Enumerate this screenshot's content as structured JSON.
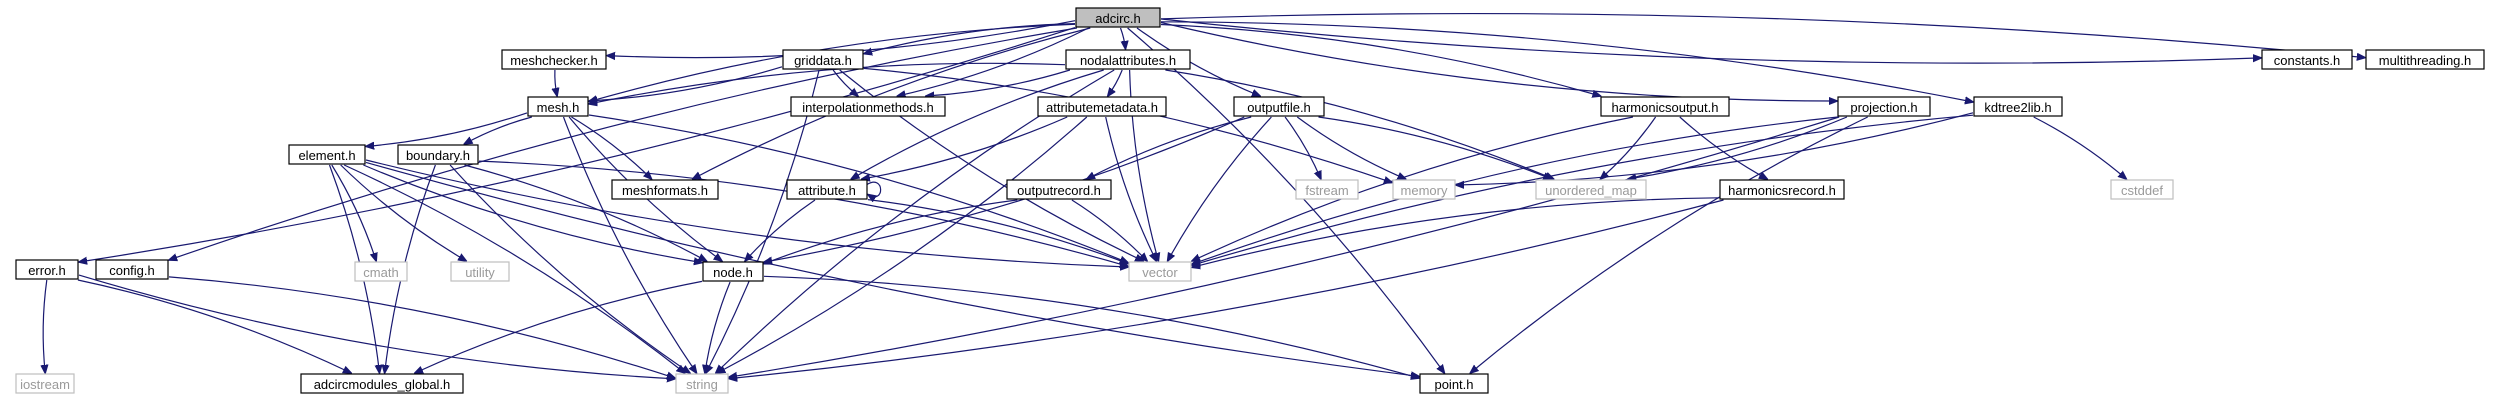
{
  "colors": {
    "edge": "#191970",
    "root_fill": "#bfbfbf",
    "ext_border": "#bfbfbf",
    "ext_text": "#9a9a9a"
  },
  "nodes": [
    {
      "id": "adcirc_h",
      "label": "adcirc.h",
      "kind": "root"
    },
    {
      "id": "meshchecker_h",
      "label": "meshchecker.h",
      "kind": "local"
    },
    {
      "id": "griddata_h",
      "label": "griddata.h",
      "kind": "local"
    },
    {
      "id": "nodalattributes_h",
      "label": "nodalattributes.h",
      "kind": "local"
    },
    {
      "id": "constants_h",
      "label": "constants.h",
      "kind": "local"
    },
    {
      "id": "multithreading_h",
      "label": "multithreading.h",
      "kind": "local"
    },
    {
      "id": "mesh_h",
      "label": "mesh.h",
      "kind": "local"
    },
    {
      "id": "interpolationmethods_h",
      "label": "interpolationmethods.h",
      "kind": "local"
    },
    {
      "id": "attributemetadata_h",
      "label": "attributemetadata.h",
      "kind": "local"
    },
    {
      "id": "outputfile_h",
      "label": "outputfile.h",
      "kind": "local"
    },
    {
      "id": "harmonicsoutput_h",
      "label": "harmonicsoutput.h",
      "kind": "local"
    },
    {
      "id": "projection_h",
      "label": "projection.h",
      "kind": "local"
    },
    {
      "id": "kdtree2lib_h",
      "label": "kdtree2lib.h",
      "kind": "local"
    },
    {
      "id": "element_h",
      "label": "element.h",
      "kind": "local"
    },
    {
      "id": "boundary_h",
      "label": "boundary.h",
      "kind": "local"
    },
    {
      "id": "meshformats_h",
      "label": "meshformats.h",
      "kind": "local"
    },
    {
      "id": "attribute_h",
      "label": "attribute.h",
      "kind": "local"
    },
    {
      "id": "outputrecord_h",
      "label": "outputrecord.h",
      "kind": "local"
    },
    {
      "id": "fstream",
      "label": "fstream",
      "kind": "external"
    },
    {
      "id": "memory",
      "label": "memory",
      "kind": "external"
    },
    {
      "id": "unordered_map",
      "label": "unordered_map",
      "kind": "external"
    },
    {
      "id": "harmonicsrecord_h",
      "label": "harmonicsrecord.h",
      "kind": "local"
    },
    {
      "id": "cstddef",
      "label": "cstddef",
      "kind": "external"
    },
    {
      "id": "error_h",
      "label": "error.h",
      "kind": "local"
    },
    {
      "id": "config_h",
      "label": "config.h",
      "kind": "local"
    },
    {
      "id": "cmath",
      "label": "cmath",
      "kind": "external"
    },
    {
      "id": "utility",
      "label": "utility",
      "kind": "external"
    },
    {
      "id": "node_h",
      "label": "node.h",
      "kind": "local"
    },
    {
      "id": "vector",
      "label": "vector",
      "kind": "external"
    },
    {
      "id": "iostream",
      "label": "iostream",
      "kind": "external"
    },
    {
      "id": "adcircmodules_global_h",
      "label": "adcircmodules_global.h",
      "kind": "local"
    },
    {
      "id": "string",
      "label": "string",
      "kind": "external"
    },
    {
      "id": "point_h",
      "label": "point.h",
      "kind": "local"
    }
  ],
  "edges": [
    [
      "adcirc_h",
      "meshchecker_h"
    ],
    [
      "adcirc_h",
      "griddata_h"
    ],
    [
      "adcirc_h",
      "nodalattributes_h"
    ],
    [
      "adcirc_h",
      "constants_h"
    ],
    [
      "adcirc_h",
      "multithreading_h"
    ],
    [
      "adcirc_h",
      "mesh_h"
    ],
    [
      "adcirc_h",
      "interpolationmethods_h"
    ],
    [
      "adcirc_h",
      "outputfile_h"
    ],
    [
      "adcirc_h",
      "harmonicsoutput_h"
    ],
    [
      "adcirc_h",
      "projection_h"
    ],
    [
      "adcirc_h",
      "kdtree2lib_h"
    ],
    [
      "adcirc_h",
      "meshformats_h"
    ],
    [
      "adcirc_h",
      "error_h"
    ],
    [
      "adcirc_h",
      "config_h"
    ],
    [
      "adcirc_h",
      "point_h"
    ],
    [
      "meshchecker_h",
      "mesh_h"
    ],
    [
      "griddata_h",
      "mesh_h"
    ],
    [
      "griddata_h",
      "interpolationmethods_h"
    ],
    [
      "griddata_h",
      "memory"
    ],
    [
      "griddata_h",
      "vector"
    ],
    [
      "griddata_h",
      "string"
    ],
    [
      "nodalattributes_h",
      "mesh_h"
    ],
    [
      "nodalattributes_h",
      "interpolationmethods_h"
    ],
    [
      "nodalattributes_h",
      "attribute_h"
    ],
    [
      "nodalattributes_h",
      "attributemetadata_h"
    ],
    [
      "nodalattributes_h",
      "vector"
    ],
    [
      "nodalattributes_h",
      "unordered_map"
    ],
    [
      "nodalattributes_h",
      "string"
    ],
    [
      "mesh_h",
      "element_h"
    ],
    [
      "mesh_h",
      "boundary_h"
    ],
    [
      "mesh_h",
      "meshformats_h"
    ],
    [
      "mesh_h",
      "node_h"
    ],
    [
      "mesh_h",
      "vector"
    ],
    [
      "mesh_h",
      "string"
    ],
    [
      "attributemetadata_h",
      "attribute_h"
    ],
    [
      "attributemetadata_h",
      "vector"
    ],
    [
      "attributemetadata_h",
      "string"
    ],
    [
      "outputfile_h",
      "outputrecord_h"
    ],
    [
      "outputfile_h",
      "fstream"
    ],
    [
      "outputfile_h",
      "memory"
    ],
    [
      "outputfile_h",
      "unordered_map"
    ],
    [
      "outputfile_h",
      "vector"
    ],
    [
      "outputfile_h",
      "node_h"
    ],
    [
      "harmonicsoutput_h",
      "harmonicsrecord_h"
    ],
    [
      "harmonicsoutput_h",
      "unordered_map"
    ],
    [
      "harmonicsoutput_h",
      "vector"
    ],
    [
      "projection_h",
      "unordered_map"
    ],
    [
      "projection_h",
      "vector"
    ],
    [
      "projection_h",
      "string"
    ],
    [
      "projection_h",
      "point_h"
    ],
    [
      "kdtree2lib_h",
      "cstddef"
    ],
    [
      "kdtree2lib_h",
      "vector"
    ],
    [
      "kdtree2lib_h",
      "memory"
    ],
    [
      "element_h",
      "node_h"
    ],
    [
      "element_h",
      "cmath"
    ],
    [
      "element_h",
      "utility"
    ],
    [
      "element_h",
      "adcircmodules_global_h"
    ],
    [
      "element_h",
      "vector"
    ],
    [
      "element_h",
      "string"
    ],
    [
      "element_h",
      "point_h"
    ],
    [
      "boundary_h",
      "node_h"
    ],
    [
      "boundary_h",
      "adcircmodules_global_h"
    ],
    [
      "boundary_h",
      "vector"
    ],
    [
      "boundary_h",
      "string"
    ],
    [
      "attribute_h",
      "attribute_h"
    ],
    [
      "attribute_h",
      "node_h"
    ],
    [
      "attribute_h",
      "vector"
    ],
    [
      "outputrecord_h",
      "node_h"
    ],
    [
      "outputrecord_h",
      "vector"
    ],
    [
      "harmonicsrecord_h",
      "vector"
    ],
    [
      "harmonicsrecord_h",
      "string"
    ],
    [
      "error_h",
      "iostream"
    ],
    [
      "error_h",
      "adcircmodules_global_h"
    ],
    [
      "error_h",
      "string"
    ],
    [
      "config_h",
      "string"
    ],
    [
      "node_h",
      "adcircmodules_global_h"
    ],
    [
      "node_h",
      "point_h"
    ],
    [
      "node_h",
      "string"
    ]
  ]
}
